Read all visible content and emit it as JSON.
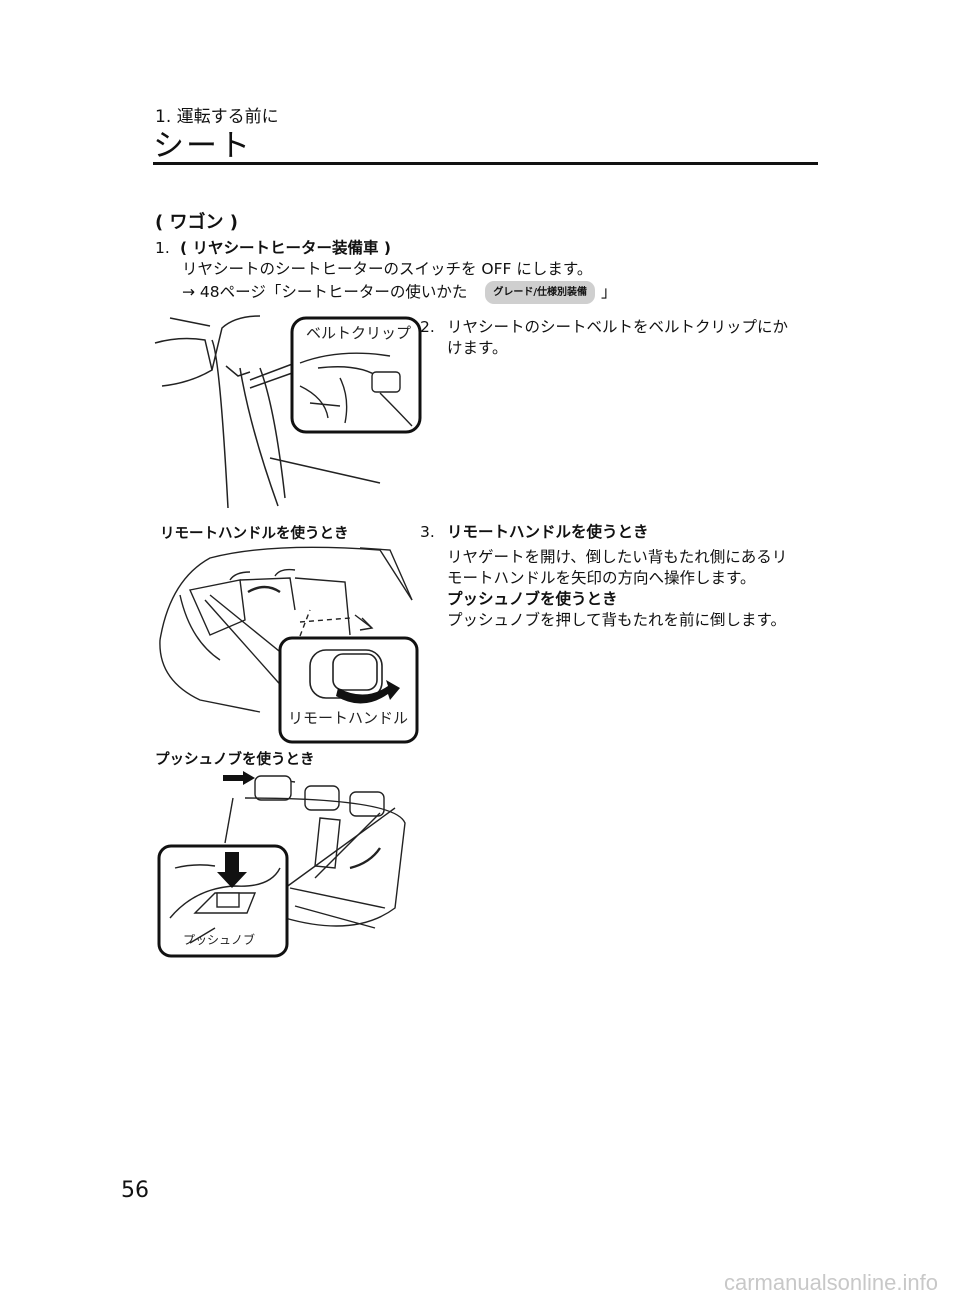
{
  "header": {
    "chapter": "1. 運転する前に",
    "title": "シート"
  },
  "section_heading": "( ワゴン )",
  "steps": [
    {
      "num": "1.",
      "title": "( リヤシートヒーター装備車 )",
      "body": "リヤシートのシートヒーターのスイッチを OFF にします。",
      "ref_prefix": "→ 48ページ「シートヒーターの使いかた",
      "ref_badge": "グレード/仕様別装備",
      "ref_suffix": "」"
    },
    {
      "num": "2.",
      "line1": "リヤシートのシートベルトをベルトクリップにか",
      "line2": "けます。"
    },
    {
      "num": "3.",
      "title": "リモートハンドルを使うとき",
      "body_line1": "リヤゲートを開け、倒したい背もたれ側にあるリ",
      "body_line2": "モートハンドルを矢印の方向へ操作します。",
      "subtitle": "プッシュノブを使うとき",
      "sub_body": "プッシュノブを押して背もたれを前に倒します。"
    }
  ],
  "figures": {
    "belt_clip_label": "ベルトクリップ",
    "remote_caption": "リモートハンドルを使うとき",
    "remote_label": "リモートハンドル",
    "push_caption": "プッシュノブを使うとき",
    "push_label": "プッシュノブ"
  },
  "page_number": "56",
  "watermark": "carmanualsonline.info"
}
